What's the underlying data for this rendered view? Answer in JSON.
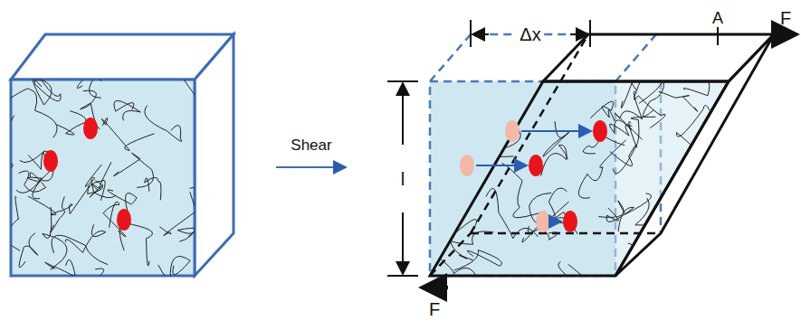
{
  "diagram": {
    "labels": [
      "Shear",
      "Δx",
      "l",
      "A",
      "F",
      "F"
    ]
  }
}
